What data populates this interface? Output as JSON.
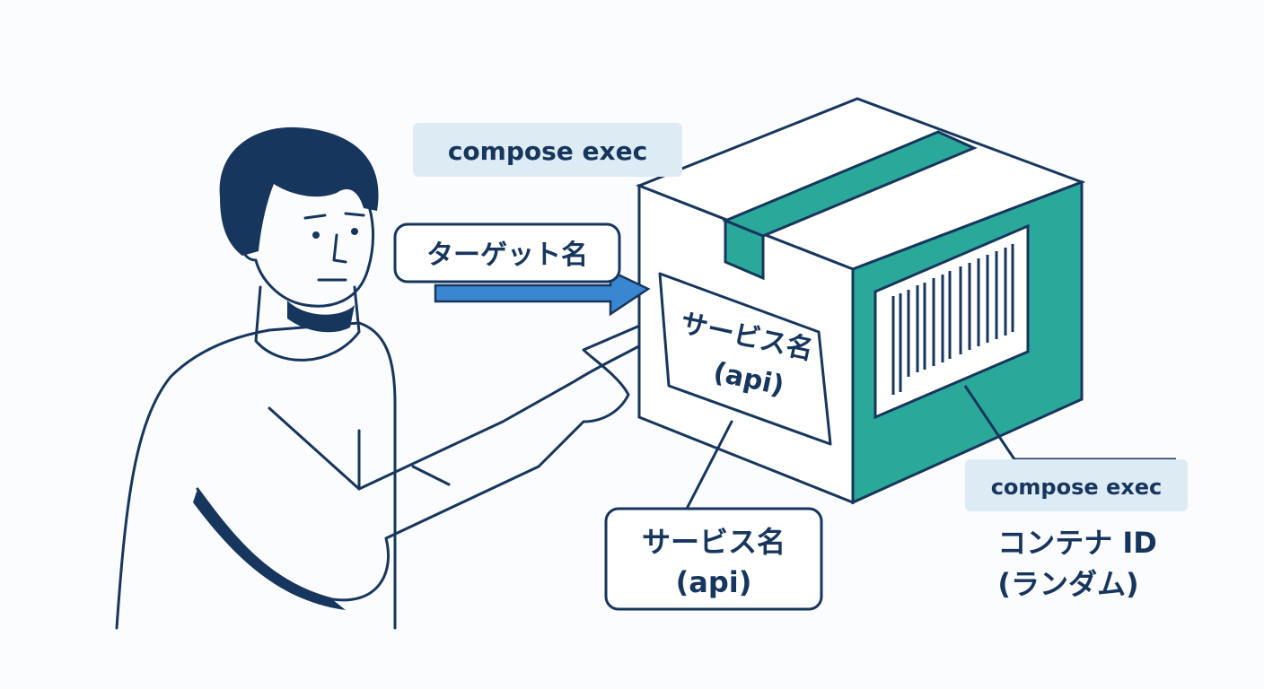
{
  "labels": {
    "command_top": "compose exec",
    "target_name": "ターゲット名",
    "box_service_name": "サービス名",
    "box_service_id": "(api)",
    "bottom_service_name": "サービス名",
    "bottom_service_id": "(api)",
    "command_right": "compose exec",
    "container_id": "コンテナ ID",
    "container_id_note": "(ランダム)"
  },
  "colors": {
    "navy": "#17365d",
    "teal": "#2aa89a",
    "label_bg": "#ddebf5",
    "arrow": "#3a86d0"
  }
}
